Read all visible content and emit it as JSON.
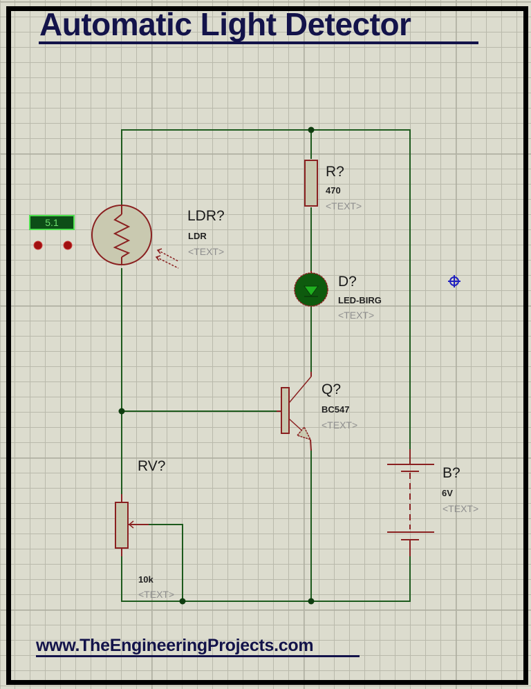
{
  "title": "Automatic Light Detector",
  "footer_url": "www.TheEngineeringProjects.com",
  "colors": {
    "wire": "#1d5a1d",
    "component_outline": "#8a2020",
    "component_fill": "#c9c9b0",
    "led_fill": "#0e5a0e",
    "led_triangle": "#1fb01f",
    "title_text": "#13134a",
    "probe_bg": "#0d4e17",
    "probe_border": "#4ee04e",
    "marker": "#2020c0"
  },
  "probe": {
    "value": "5.1"
  },
  "components": {
    "ldr": {
      "ref": "LDR?",
      "value": "LDR",
      "text": "<TEXT>"
    },
    "resistor": {
      "ref": "R?",
      "value": "470",
      "text": "<TEXT>"
    },
    "led": {
      "ref": "D?",
      "value": "LED-BIRG",
      "text": "<TEXT>"
    },
    "transistor": {
      "ref": "Q?",
      "value": "BC547",
      "text": "<TEXT>"
    },
    "potentiometer": {
      "ref": "RV?",
      "value": "10k",
      "text": "<TEXT>"
    },
    "battery": {
      "ref": "B?",
      "value": "6V",
      "text": "<TEXT>"
    }
  },
  "icons": {
    "origin_marker": "crosshair-target-icon",
    "probe_pins": "terminal-dot-icon"
  }
}
